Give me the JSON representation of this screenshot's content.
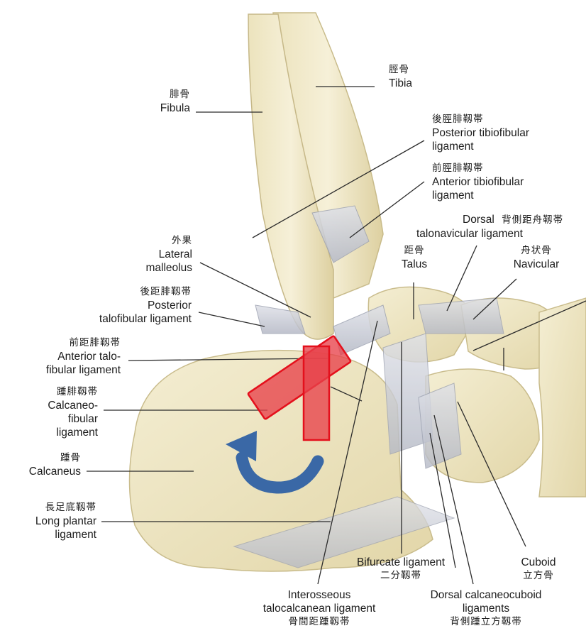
{
  "labels": {
    "tibia": {
      "cjk": "脛骨",
      "en": "Tibia"
    },
    "fibula": {
      "cjk": "腓骨",
      "en": "Fibula"
    },
    "post_tibiofibular": {
      "cjk": "後脛腓靱帯",
      "en1": "Posterior tibiofibular",
      "en2": "ligament"
    },
    "ant_tibiofibular": {
      "cjk": "前脛腓靱帯",
      "en1": "Anterior tibiofibular",
      "en2": "ligament"
    },
    "dorsal_talonavicular": {
      "en1": "Dorsal",
      "cjk": "背側距舟靱帯",
      "en2": "talonavicular ligament"
    },
    "talus": {
      "cjk": "距骨",
      "en": "Talus"
    },
    "navicular": {
      "cjk": "舟状骨",
      "en": "Navicular"
    },
    "lateral_malleolus": {
      "cjk": "外果",
      "en1": "Lateral",
      "en2": "malleolus"
    },
    "post_talofibular": {
      "cjk": "後距腓靱帯",
      "en1": "Posterior",
      "en2": "talofibular ligament"
    },
    "ant_talofibular": {
      "cjk": "前距腓靱帯",
      "en1": "Anterior talo-",
      "en2": "fibular ligament"
    },
    "calcaneofibular": {
      "cjk": "踵腓靱帯",
      "en1": "Calcaneo-",
      "en2": "fibular",
      "en3": "ligament"
    },
    "calcaneus": {
      "cjk": "踵骨",
      "en": "Calcaneus"
    },
    "long_plantar": {
      "cjk": "長足底靱帯",
      "en1": "Long plantar",
      "en2": "ligament"
    },
    "bifurcate": {
      "en": "Bifurcate ligament",
      "cjk": "二分靱帯"
    },
    "cuboid": {
      "en": "Cuboid",
      "cjk": "立方骨"
    },
    "interosseous": {
      "en1": "Interosseous",
      "en2": "talocalcanean ligament",
      "cjk": "骨間距踵靱帯"
    },
    "dorsal_calcaneocuboid": {
      "en1": "Dorsal calcaneocuboid",
      "en2": "ligaments",
      "cjk": "背側踵立方靱帯"
    }
  },
  "colors": {
    "bone": "#eee6c6",
    "bone_shade": "#d8cc9c",
    "ligament": "#c9ccd6",
    "highlight_fill": "#e8414a",
    "highlight_stroke": "#e4101c",
    "rotation_arrow": "#3a68a6",
    "leader_line": "#2b2b2b"
  },
  "icons": {
    "rotation": "curved-arrow-icon",
    "highlight": "ligament-highlight-bar"
  }
}
